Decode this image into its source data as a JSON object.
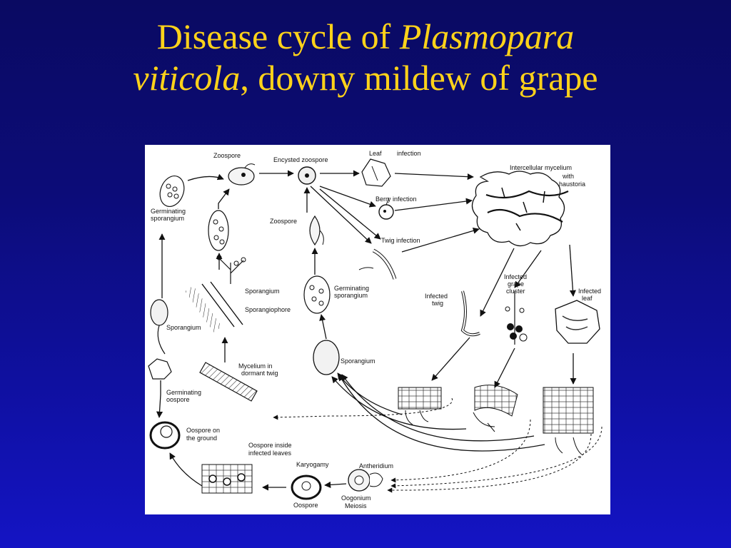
{
  "slide": {
    "title_line1_plain": "Disease cycle of ",
    "title_line1_italic": "Plasmopara",
    "title_line2_italic": "viticola",
    "title_line2_plain": ", downy mildew of grape"
  },
  "labels": {
    "zoospore_top": "Zoospore",
    "encysted_zoospore": "Encysted zoospore",
    "leaf": "Leaf",
    "infection": "infection",
    "intercellular_mycelium_1": "Intercellular mycelium",
    "intercellular_mycelium_2": "with",
    "intercellular_mycelium_3": "haustoria",
    "berry_infection": "Berry infection",
    "twig_infection": "Twig infection",
    "germinating_sporangium_left_1": "Germinating",
    "germinating_sporangium_left_2": "sporangium",
    "zoospore_mid": "Zoospore",
    "sporangium_upper": "Sporangium",
    "sporangiophore": "Sporangiophore",
    "germinating_sporangium_mid_1": "Germinating",
    "germinating_sporangium_mid_2": "sporangium",
    "infected_twig_1": "Infected",
    "infected_twig_2": "twig",
    "infected_grape_1": "Infected",
    "infected_grape_2": "grape",
    "infected_grape_3": "cluster",
    "infected_leaf_1": "Infected",
    "infected_leaf_2": "leaf",
    "sporangium_left": "Sporangium",
    "sporangium_mid": "Sporangium",
    "mycelium_dormant_1": "Mycelium in",
    "mycelium_dormant_2": "dormant twig",
    "germinating_oospore_1": "Germinating",
    "germinating_oospore_2": "oospore",
    "oospore_ground_1": "Oospore on",
    "oospore_ground_2": "the ground",
    "oospore_inside_1": "Oospore inside",
    "oospore_inside_2": "infected leaves",
    "karyogamy": "Karyogamy",
    "antheridium": "Antheridium",
    "oogonium": "Oogonium",
    "meiosis": "Meiosis",
    "oospore_bottom": "Oospore"
  }
}
